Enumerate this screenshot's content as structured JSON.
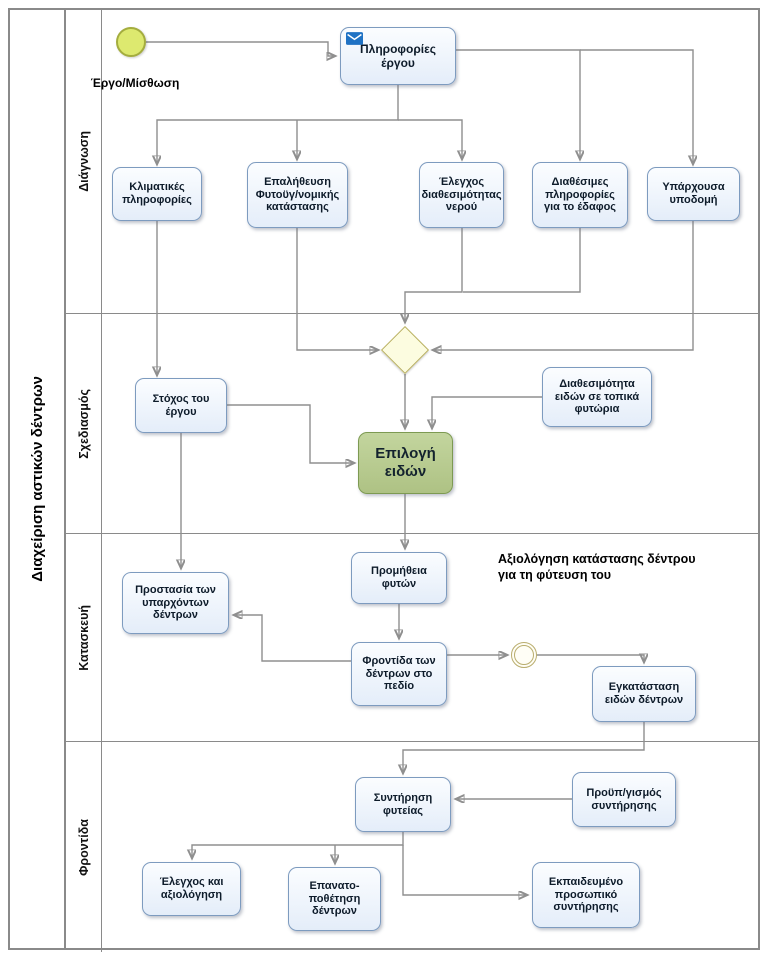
{
  "pool": {
    "title": "Διαχείριση αστικών δέντρων",
    "lanes": [
      {
        "label": "Διάγνωση"
      },
      {
        "label": "Σχεδιασμός"
      },
      {
        "label": "Κατασκευή"
      },
      {
        "label": "Φροντίδα"
      }
    ]
  },
  "nodes": {
    "start_event_label": "Έργο/Μίσθωση",
    "project_info": "Πληροφορίες έργου",
    "climate_info": "Κλιματικές πληροφορίες",
    "phyto_check": "Επαλήθευση Φυτοϋγ/νομικής κατάστασης",
    "water_check": "Έλεγχος διαθεσιμότητας νερού",
    "soil_info": "Διαθέσιμες πληροφορίες για το έδαφος",
    "infrastructure": "Υπάρχουσα υποδομή",
    "project_goal": "Στόχος του έργου",
    "nursery_availability": "Διαθεσιμότητα ειδών σε τοπικά φυτώρια",
    "species_selection": "Επιλογή ειδών",
    "plant_supply": "Προμήθεια φυτών",
    "protect_existing": "Προστασία των υπαρχόντων δέντρων",
    "annotation": "Αξιολόγηση κατάστασης δέντρου για τη φύτευση του",
    "field_care": "Φροντίδα των δέντρων στο πεδίο",
    "tree_installation": "Εγκατάσταση ειδών δέντρων",
    "maintenance": "Συντήρηση φυτείας",
    "maintenance_budget": "Προϋπ/γισμός συντήρησης",
    "inspection": "Έλεγχος και αξιολόγηση",
    "tree_relocation": "Επανατο-ποθέτηση δέντρων",
    "trained_staff": "Εκπαιδευμένο προσωπικό συντήρησης"
  },
  "icons": {
    "message": "message-envelope-icon",
    "start": "start-event-circle",
    "gateway": "exclusive-gateway-diamond",
    "intermediate": "intermediate-event-circle"
  },
  "colors": {
    "task_fill": "#e4edf9",
    "task_border": "#7d9bbf",
    "highlight_task_fill": "#b7cb8f",
    "highlight_task_border": "#7d9a52",
    "start_event_fill": "#dde96f",
    "start_event_border": "#a4ad3e",
    "gateway_fill": "#fcfce0",
    "gateway_border": "#b9b060",
    "event_border": "#b9ad6e",
    "connector": "#8f8f8f",
    "message_icon": "#1f72c4",
    "lane_border": "#8a8a8a"
  }
}
